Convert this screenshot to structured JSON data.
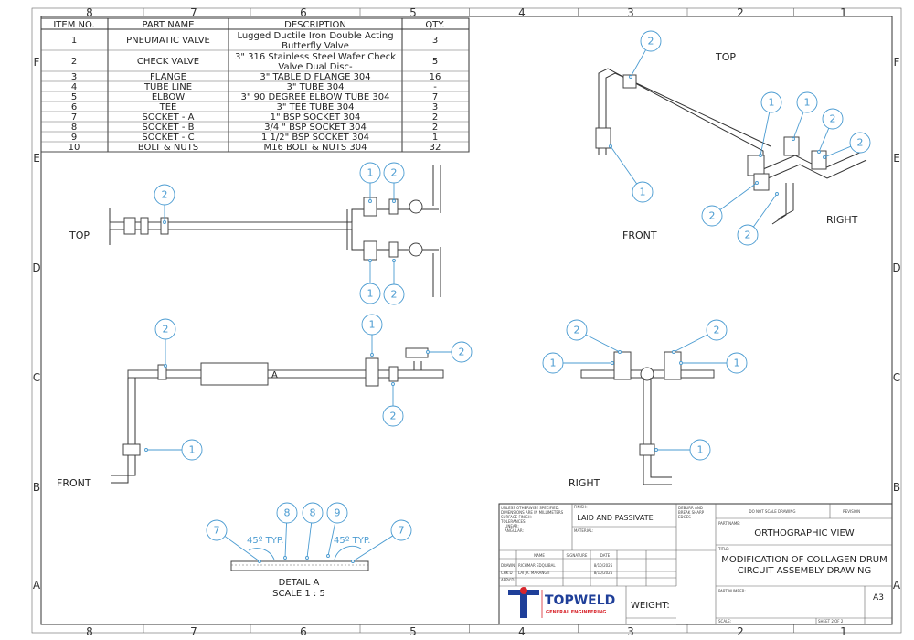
{
  "zones": {
    "columns": [
      "8",
      "7",
      "6",
      "5",
      "4",
      "3",
      "2",
      "1"
    ],
    "rows": [
      "F",
      "E",
      "D",
      "C",
      "B",
      "A"
    ]
  },
  "bom": {
    "headers": [
      "ITEM NO.",
      "PART NAME",
      "DESCRIPTION",
      "QTY."
    ],
    "rows": [
      [
        "1",
        "PNEUMATIC VALVE",
        "Lugged Ductile Iron Double Acting",
        "Butterfly Valve",
        "3"
      ],
      [
        "2",
        "CHECK VALVE",
        "3\" 316 Stainless Steel Wafer Check",
        "Valve Dual Disc-",
        "5"
      ],
      [
        "3",
        "FLANGE",
        "3\" TABLE D FLANGE 304",
        "",
        "16"
      ],
      [
        "4",
        "TUBE LINE",
        "3\" TUBE 304",
        "",
        "-"
      ],
      [
        "5",
        "ELBOW",
        "3\" 90 DEGREE ELBOW TUBE 304",
        "",
        "7"
      ],
      [
        "6",
        "TEE",
        "3\" TEE TUBE 304",
        "",
        "3"
      ],
      [
        "7",
        "SOCKET - A",
        "1\" BSP SOCKET 304",
        "",
        "2"
      ],
      [
        "8",
        "SOCKET - B",
        "3/4 \" BSP SOCKET 304",
        "",
        "2"
      ],
      [
        "9",
        "SOCKET - C",
        "1 1/2\" BSP SOCKET 304",
        "",
        "1"
      ],
      [
        "10",
        "BOLT & NUTS",
        "M16 BOLT & NUTS 304",
        "",
        "32"
      ]
    ]
  },
  "views": {
    "top": {
      "label": "TOP",
      "balloons": [
        "2",
        "1",
        "2",
        "1",
        "2"
      ]
    },
    "front": {
      "label": "FRONT",
      "section_marker": "A",
      "balloons": [
        "2",
        "1",
        "2",
        "2",
        "1"
      ]
    },
    "right": {
      "label": "RIGHT",
      "balloons": [
        "2",
        "1",
        "2",
        "1",
        "1"
      ]
    },
    "iso": {
      "labels": [
        "TOP",
        "FRONT",
        "RIGHT"
      ],
      "balloons": [
        "2",
        "1",
        "1",
        "1",
        "2",
        "2",
        "2",
        "2"
      ]
    },
    "detail": {
      "title": "DETAIL A",
      "scale": "SCALE 1 : 5",
      "angle_notes": [
        "45º TYP.",
        "45º TYP."
      ],
      "balloons": [
        "7",
        "8",
        "8",
        "9",
        "7"
      ]
    }
  },
  "title_block": {
    "notes": [
      "UNLESS OTHERWISE SPECIFIED:",
      "DIMENSIONS ARE IN MILLIMETERS",
      "SURFACE FINISH:",
      "TOLERANCES:",
      "LINEAR:",
      "ANGULAR:"
    ],
    "finish_label": "FINISH:",
    "finish": "LAID AND PASSIVATE",
    "material_label": "MATERIAL:",
    "deburr": [
      "DEBURR AND",
      "BREAK SHARP",
      "EDGES"
    ],
    "dns": "DO NOT SCALE DRAWING",
    "revision": "REVISION",
    "part_name_label": "PART NAME:",
    "part_name": "ORTHOGRAPHIC VIEW",
    "title_label": "TITLE:",
    "title": [
      "MODIFICATION OF COLLAGEN DRUM",
      "CIRCUIT ASSEMBLY DRAWING"
    ],
    "sign_headers": [
      "NAME",
      "SIGNATURE",
      "DATE"
    ],
    "sign_rows": [
      [
        "DRAWN",
        "RICHMAR EDQUIBAL",
        "8/10/2025"
      ],
      [
        "CHK'D",
        "LAI JR. MARANGIT",
        "8/10/2025"
      ],
      [
        "APPV'D",
        "",
        ""
      ]
    ],
    "company": {
      "name": "TOPWELD",
      "sub": "GENERAL ENGINEERING"
    },
    "weight_label": "WEIGHT:",
    "part_number_label": "PART NUMBER:",
    "size": "A3",
    "scale_label": "SCALE:",
    "sheet": "SHEET 2 OF 2"
  },
  "colors": {
    "balloon": "#4a9bd1",
    "logo_blue": "#1f3f99",
    "logo_red": "#d8262d"
  }
}
